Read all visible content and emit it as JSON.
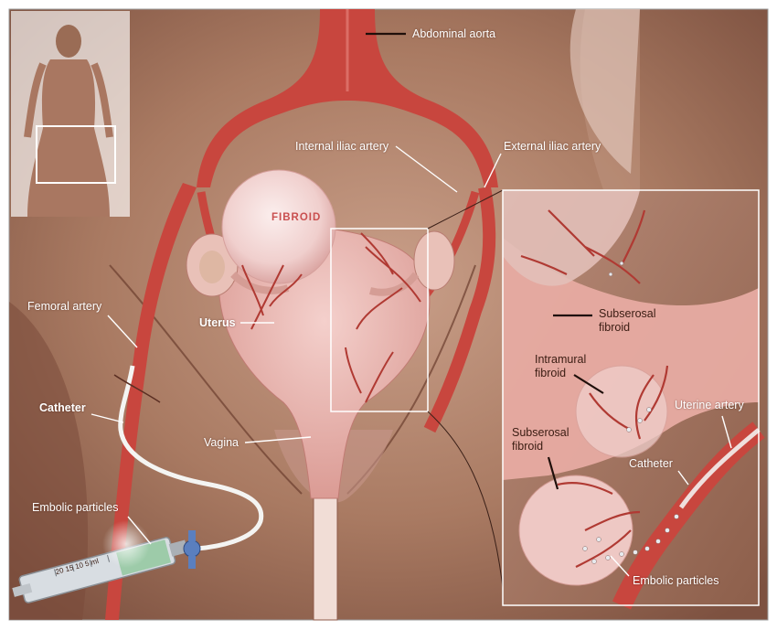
{
  "labels": {
    "abdominal_aorta": "Abdominal aorta",
    "internal_iliac_artery": "Internal iliac artery",
    "external_iliac_artery": "External iliac artery",
    "fibroid": "FIBROID",
    "femoral_artery": "Femoral artery",
    "uterus": "Uterus",
    "catheter": "Catheter",
    "vagina": "Vagina",
    "embolic_particles": "Embolic particles",
    "syringe_scale": "20 15 10 5 ml"
  },
  "inset": {
    "subserosal_fibroid_top": [
      "Subserosal",
      "fibroid"
    ],
    "intramural_fibroid": [
      "Intramural",
      "fibroid"
    ],
    "subserosal_fibroid_bottom": [
      "Subserosal",
      "fibroid"
    ],
    "uterine_artery": "Uterine artery",
    "catheter": "Catheter",
    "embolic_particles": "Embolic particles"
  },
  "colors": {
    "skin_dark": "#8a5a44",
    "skin_light": "#c79a82",
    "artery": "#c8463e",
    "uterus": "#e7b3ad",
    "fibroid": "#f1d3d1"
  }
}
